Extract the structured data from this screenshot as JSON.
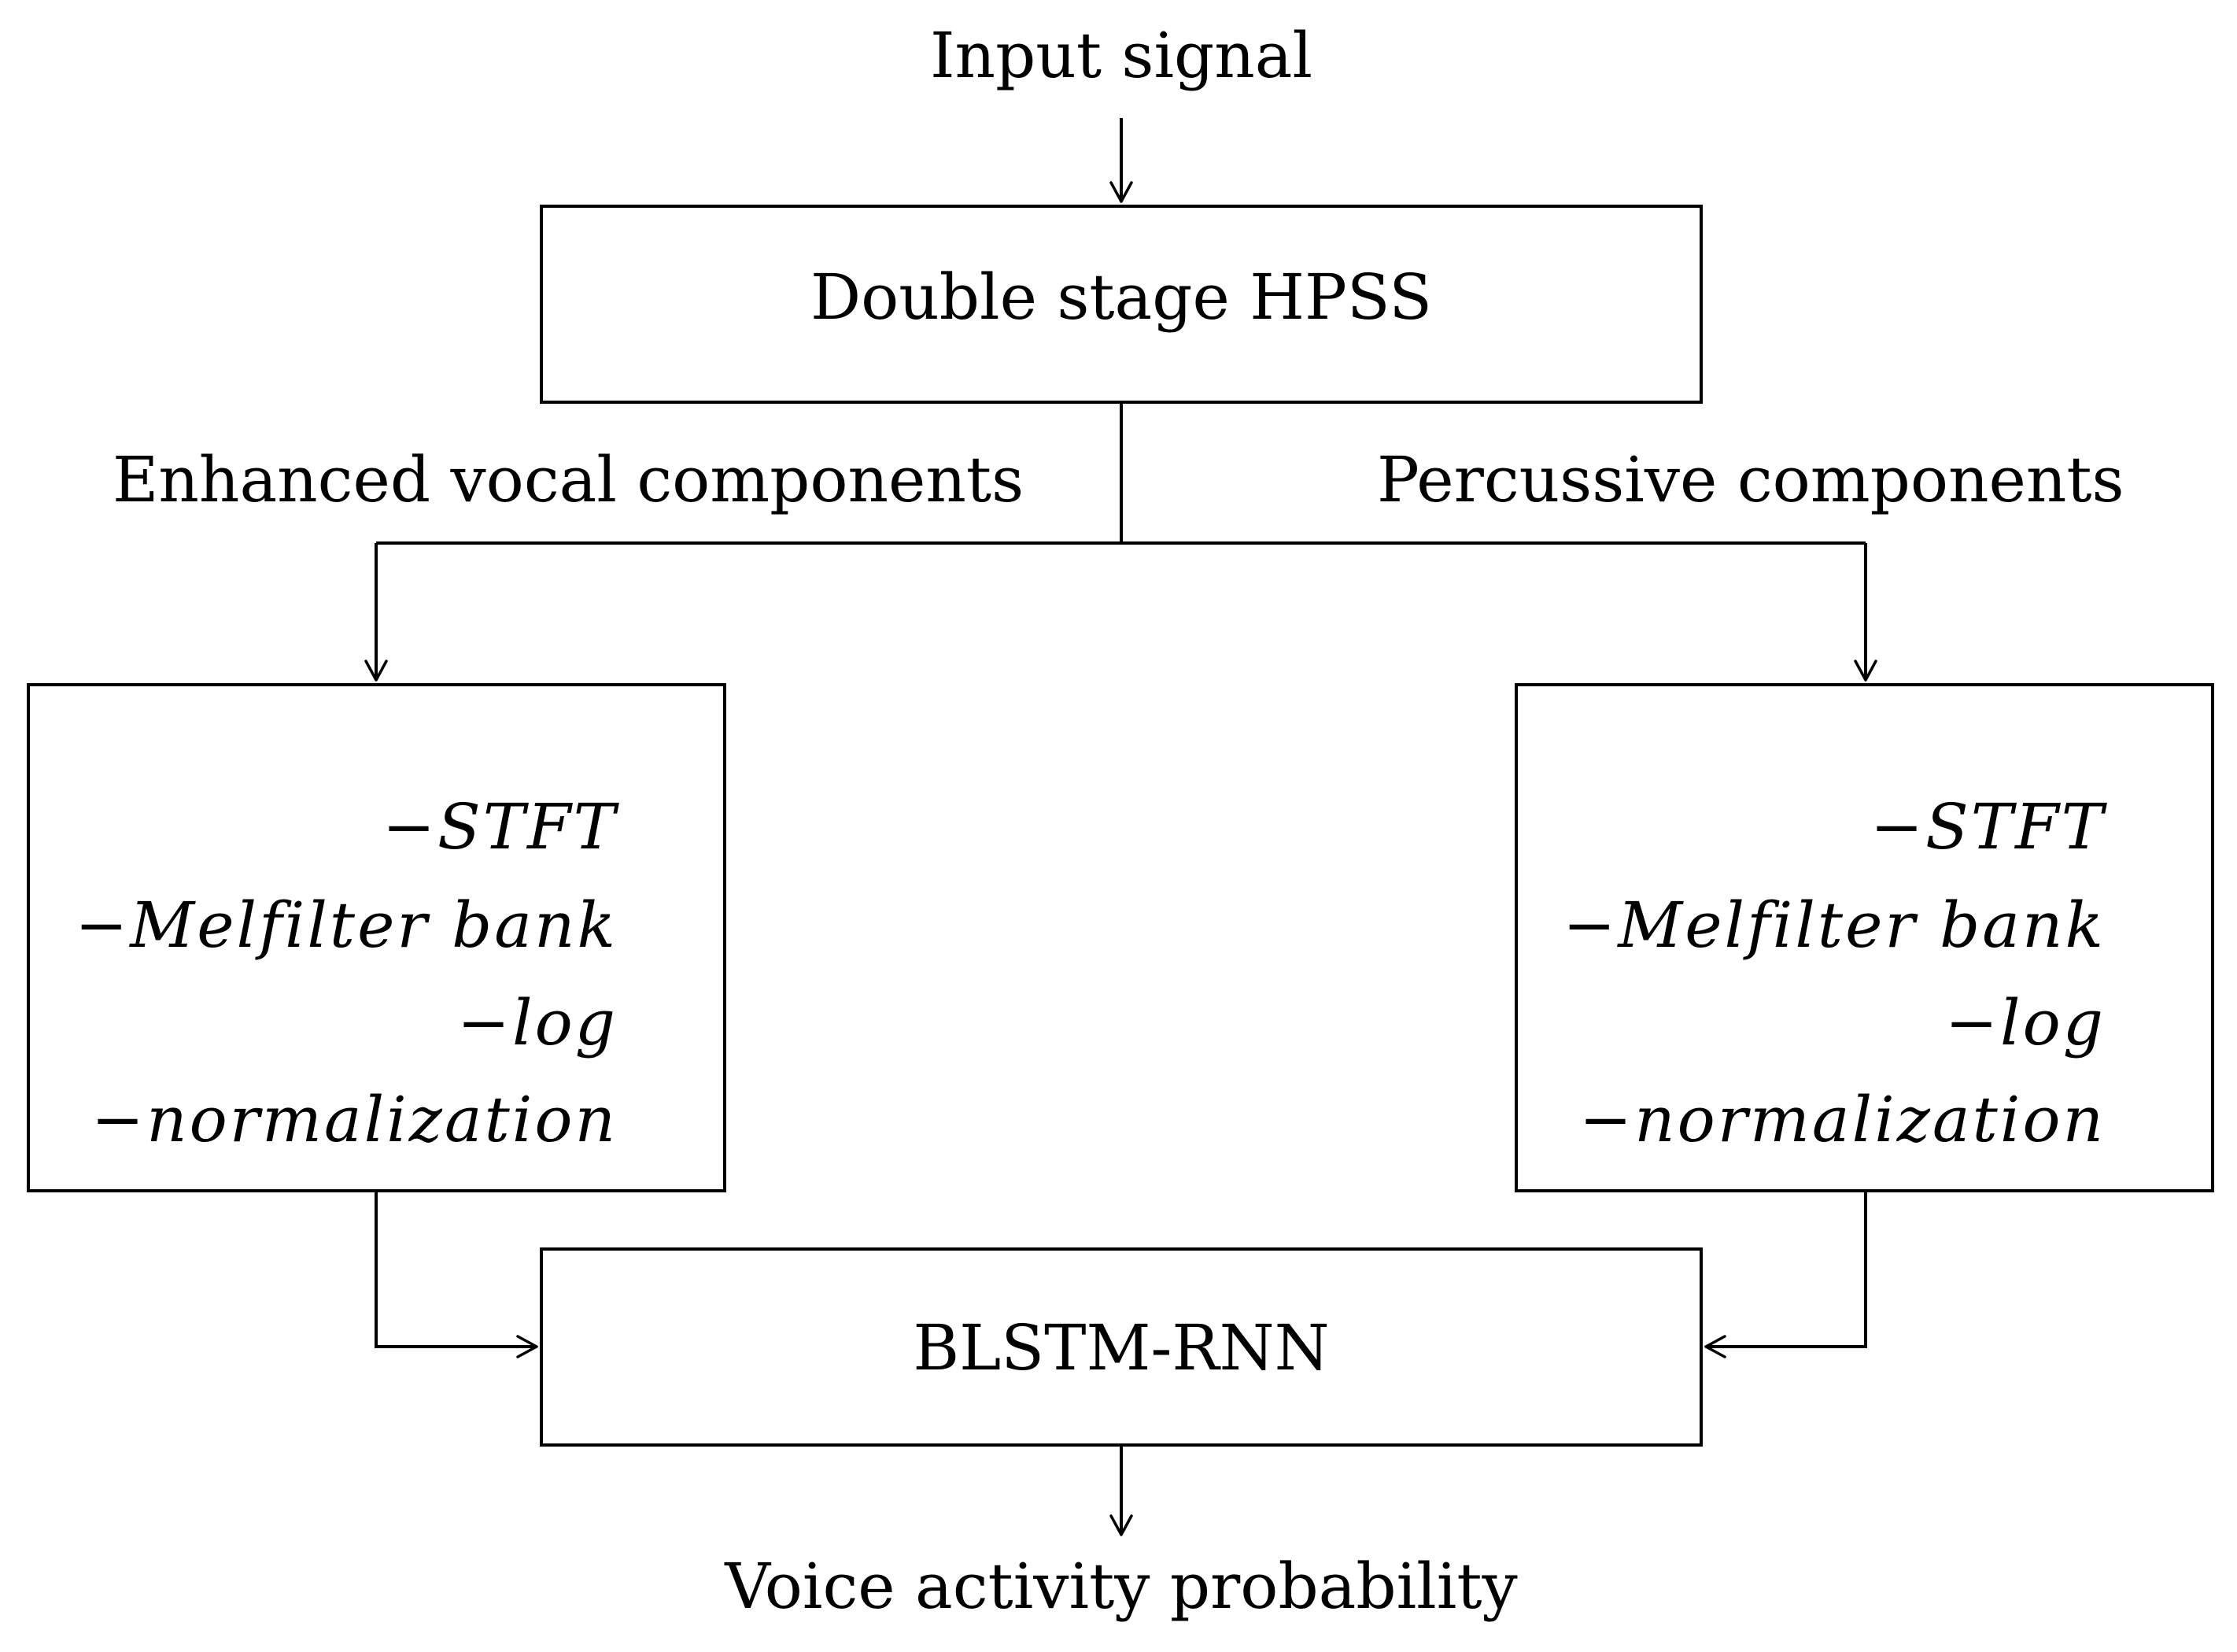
{
  "nodes": {
    "input": "Input signal",
    "hpss": "Double stage HPSS",
    "vocal_branch_label": "Enhanced vocal components",
    "percussive_branch_label": "Percussive components",
    "left_steps": [
      "−STFT",
      "−Melfilter bank",
      "−log",
      "−normalization"
    ],
    "right_steps": [
      "−STFT",
      "−Melfilter bank",
      "−log",
      "−normalization"
    ],
    "blstm": "BLSTM-RNN",
    "output": "Voice activity probability"
  },
  "edges": [
    {
      "from": "input",
      "to": "hpss"
    },
    {
      "from": "hpss",
      "to": "left_feature_box",
      "label": "Enhanced vocal components"
    },
    {
      "from": "hpss",
      "to": "right_feature_box",
      "label": "Percussive components"
    },
    {
      "from": "left_feature_box",
      "to": "blstm"
    },
    {
      "from": "right_feature_box",
      "to": "blstm"
    },
    {
      "from": "blstm",
      "to": "output"
    }
  ]
}
